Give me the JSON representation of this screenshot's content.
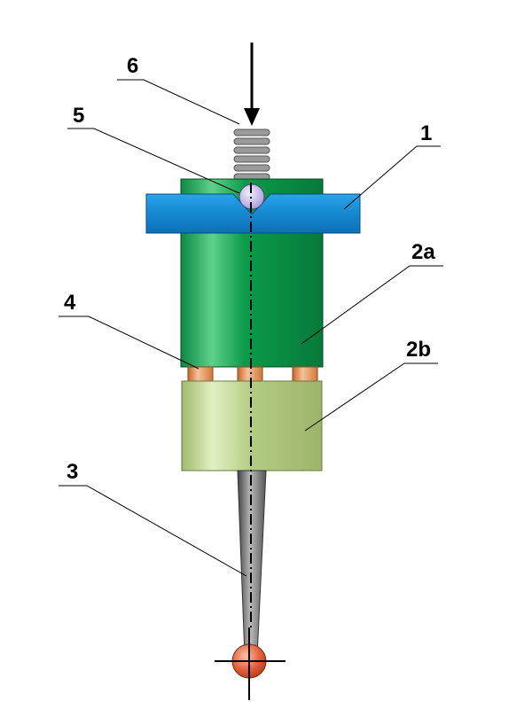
{
  "labels": {
    "l1": "1",
    "l2a": "2a",
    "l2b": "2b",
    "l3": "3",
    "l4": "4",
    "l5": "5",
    "l6": "6"
  },
  "colors": {
    "plate": "#1e8fd6",
    "body_upper": "#0a9a4c",
    "body_lower": "#b6cf86",
    "rollers": "#e38f4f",
    "ball": "#c8c0e8",
    "stylus": "#6a6a6a",
    "tip": "#e0603a",
    "spring": "#8a8a8a"
  }
}
